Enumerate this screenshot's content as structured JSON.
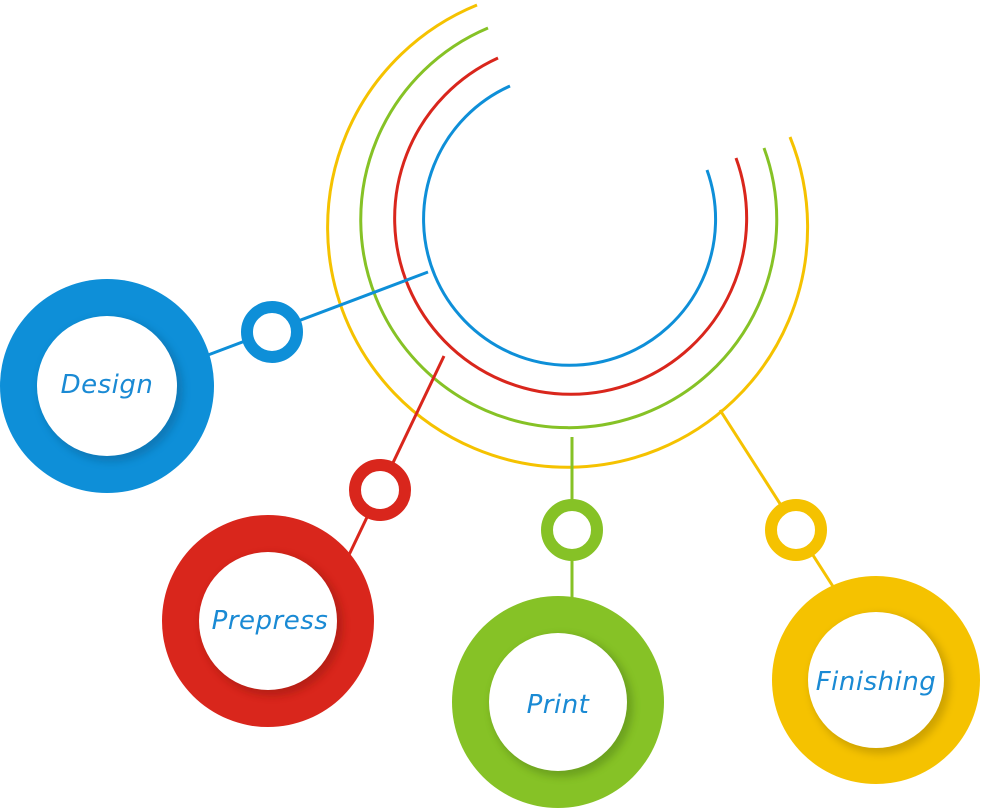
{
  "diagram": {
    "colors": {
      "blue": "#0e8fd8",
      "red": "#d9261c",
      "green": "#86c226",
      "yellow": "#f5c200",
      "label": "#1a8ad4"
    },
    "stages": [
      {
        "id": "design",
        "label": "Design",
        "color": "blue"
      },
      {
        "id": "prepress",
        "label": "Prepress",
        "color": "red"
      },
      {
        "id": "print",
        "label": "Print",
        "color": "green"
      },
      {
        "id": "finishing",
        "label": "Finishing",
        "color": "yellow"
      }
    ]
  }
}
